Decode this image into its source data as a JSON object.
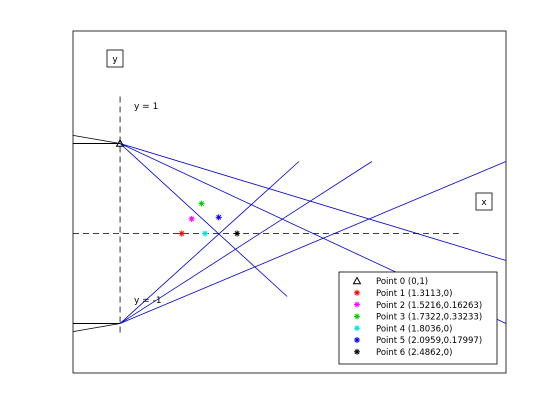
{
  "chart_data": {
    "type": "line",
    "title": "",
    "xlabel": "",
    "ylabel": "",
    "xlim": [
      -1,
      8.2
    ],
    "ylim": [
      -1.55,
      2.25
    ],
    "grid": false,
    "legend_position": "bottom-right",
    "axis_line_labels": {
      "x": "x",
      "y": "y"
    },
    "boundary_labels": {
      "top": "y = 1",
      "bottom": "y = -1"
    },
    "axis_line_extent": {
      "x": [
        -1,
        7.2
      ],
      "y": [
        -1.1,
        1.55
      ]
    },
    "boundary_segments": [
      {
        "x": [
          -1,
          0
        ],
        "y": [
          1,
          1
        ]
      },
      {
        "x": [
          -1,
          0
        ],
        "y": [
          -1,
          -1
        ]
      }
    ],
    "boundary_tails": [
      {
        "x": [
          -1,
          0
        ],
        "y": [
          1.09,
          1
        ]
      },
      {
        "x": [
          -1,
          0
        ],
        "y": [
          -1.09,
          -1
        ]
      }
    ],
    "colors": {
      "rays": "#0000cc",
      "axis_lines": "#000000",
      "boundaries": "#000000"
    },
    "rays": [
      {
        "x": [
          0,
          3.55
        ],
        "y": [
          1,
          -0.7
        ]
      },
      {
        "x": [
          0,
          8.2
        ],
        "y": [
          1,
          -1.0
        ]
      },
      {
        "x": [
          0,
          8.2
        ],
        "y": [
          1,
          -0.3
        ]
      },
      {
        "x": [
          0,
          3.8
        ],
        "y": [
          -1,
          0.8
        ]
      },
      {
        "x": [
          0,
          5.35
        ],
        "y": [
          -1,
          0.8
        ]
      },
      {
        "x": [
          0,
          8.2
        ],
        "y": [
          -1,
          0.8
        ]
      }
    ],
    "points": [
      {
        "label": "Point 0 (0,1)",
        "x": 0,
        "y": 1,
        "marker": "triangle",
        "color": "#000000"
      },
      {
        "label": "Point 1 (1.3113,0)",
        "x": 1.3113,
        "y": 0,
        "marker": "star",
        "color": "#ff0000"
      },
      {
        "label": "Point 2 (1.5216,0.16263)",
        "x": 1.5216,
        "y": 0.16263,
        "marker": "star",
        "color": "#ff00ff"
      },
      {
        "label": "Point 3 (1.7322,0.33233)",
        "x": 1.7322,
        "y": 0.33233,
        "marker": "star",
        "color": "#00cc00"
      },
      {
        "label": "Point 4 (1.8036,0)",
        "x": 1.8036,
        "y": 0,
        "marker": "star",
        "color": "#00e0e0"
      },
      {
        "label": "Point 5 (2.0959,0.17997)",
        "x": 2.0959,
        "y": 0.17997,
        "marker": "star",
        "color": "#0000ff"
      },
      {
        "label": "Point 6 (2.4862,0)",
        "x": 2.4862,
        "y": 0,
        "marker": "star",
        "color": "#000000"
      }
    ]
  }
}
